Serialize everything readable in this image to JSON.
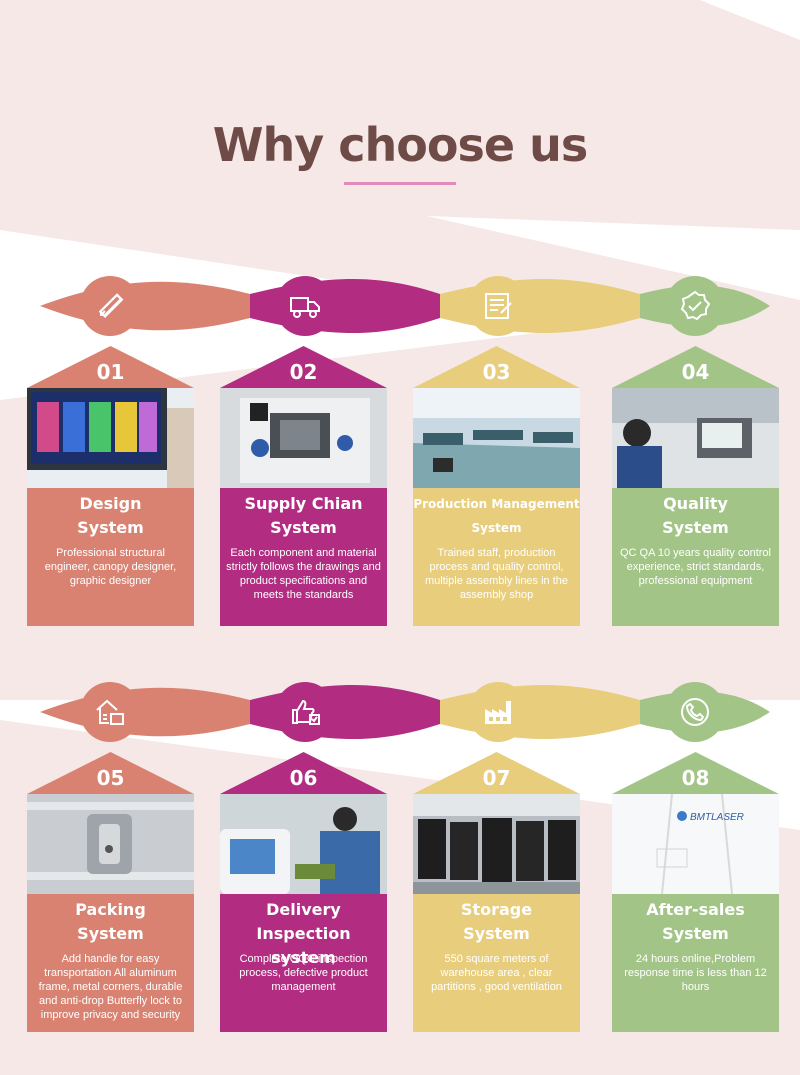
{
  "page": {
    "title": "Why choose us"
  },
  "colors": {
    "title": "#6e4b46",
    "underline": "#e08bbb",
    "salmon": "#d98271",
    "magenta": "#b22d82",
    "yellow": "#e8cd7d",
    "green": "#a3c487",
    "background_band": "#f6e8e6"
  },
  "cards": [
    {
      "number": "01",
      "heading_line1": "Design",
      "heading_line2": "System",
      "description": "Professional structural engineer, canopy designer, graphic designer",
      "icon": "pencil-ruler-icon",
      "color": "salmon"
    },
    {
      "number": "02",
      "heading_line1": "Supply Chian",
      "heading_line2": "System",
      "description": "Each component and material strictly follows the drawings and product specifications and meets the standards",
      "icon": "delivery-truck-icon",
      "color": "magenta"
    },
    {
      "number": "03",
      "heading_line1": "Production Management",
      "heading_line2": "System",
      "description": "Trained staff, production process and quality control, multiple assembly lines in the assembly shop",
      "icon": "checklist-document-icon",
      "color": "yellow"
    },
    {
      "number": "04",
      "heading_line1": "Quality",
      "heading_line2": "System",
      "description": "QC QA 10 years quality control experience, strict standards, professional equipment",
      "icon": "quality-badge-icon",
      "color": "green"
    },
    {
      "number": "05",
      "heading_line1": "Packing",
      "heading_line2": "System",
      "description": "Add handle for easy transportation All aluminum frame, metal corners, durable and anti-drop Butterfly lock to improve privacy and security",
      "icon": "house-box-icon",
      "color": "salmon"
    },
    {
      "number": "06",
      "heading_line1": "Delivery Inspection",
      "heading_line2": "system",
      "description": "Complete OQC inspection process, defective product management",
      "icon": "thumbs-up-icon",
      "color": "magenta"
    },
    {
      "number": "07",
      "heading_line1": "Storage",
      "heading_line2": "System",
      "description": "550 square meters of warehouse area , clear partitions , good ventilation",
      "icon": "warehouse-factory-icon",
      "color": "yellow"
    },
    {
      "number": "08",
      "heading_line1": "After-sales",
      "heading_line2": "System",
      "description": "24 hours online,Problem response time is less than 12 hours",
      "icon": "phone-support-icon",
      "color": "green",
      "photo_logo_text": "BMTLASER"
    }
  ]
}
